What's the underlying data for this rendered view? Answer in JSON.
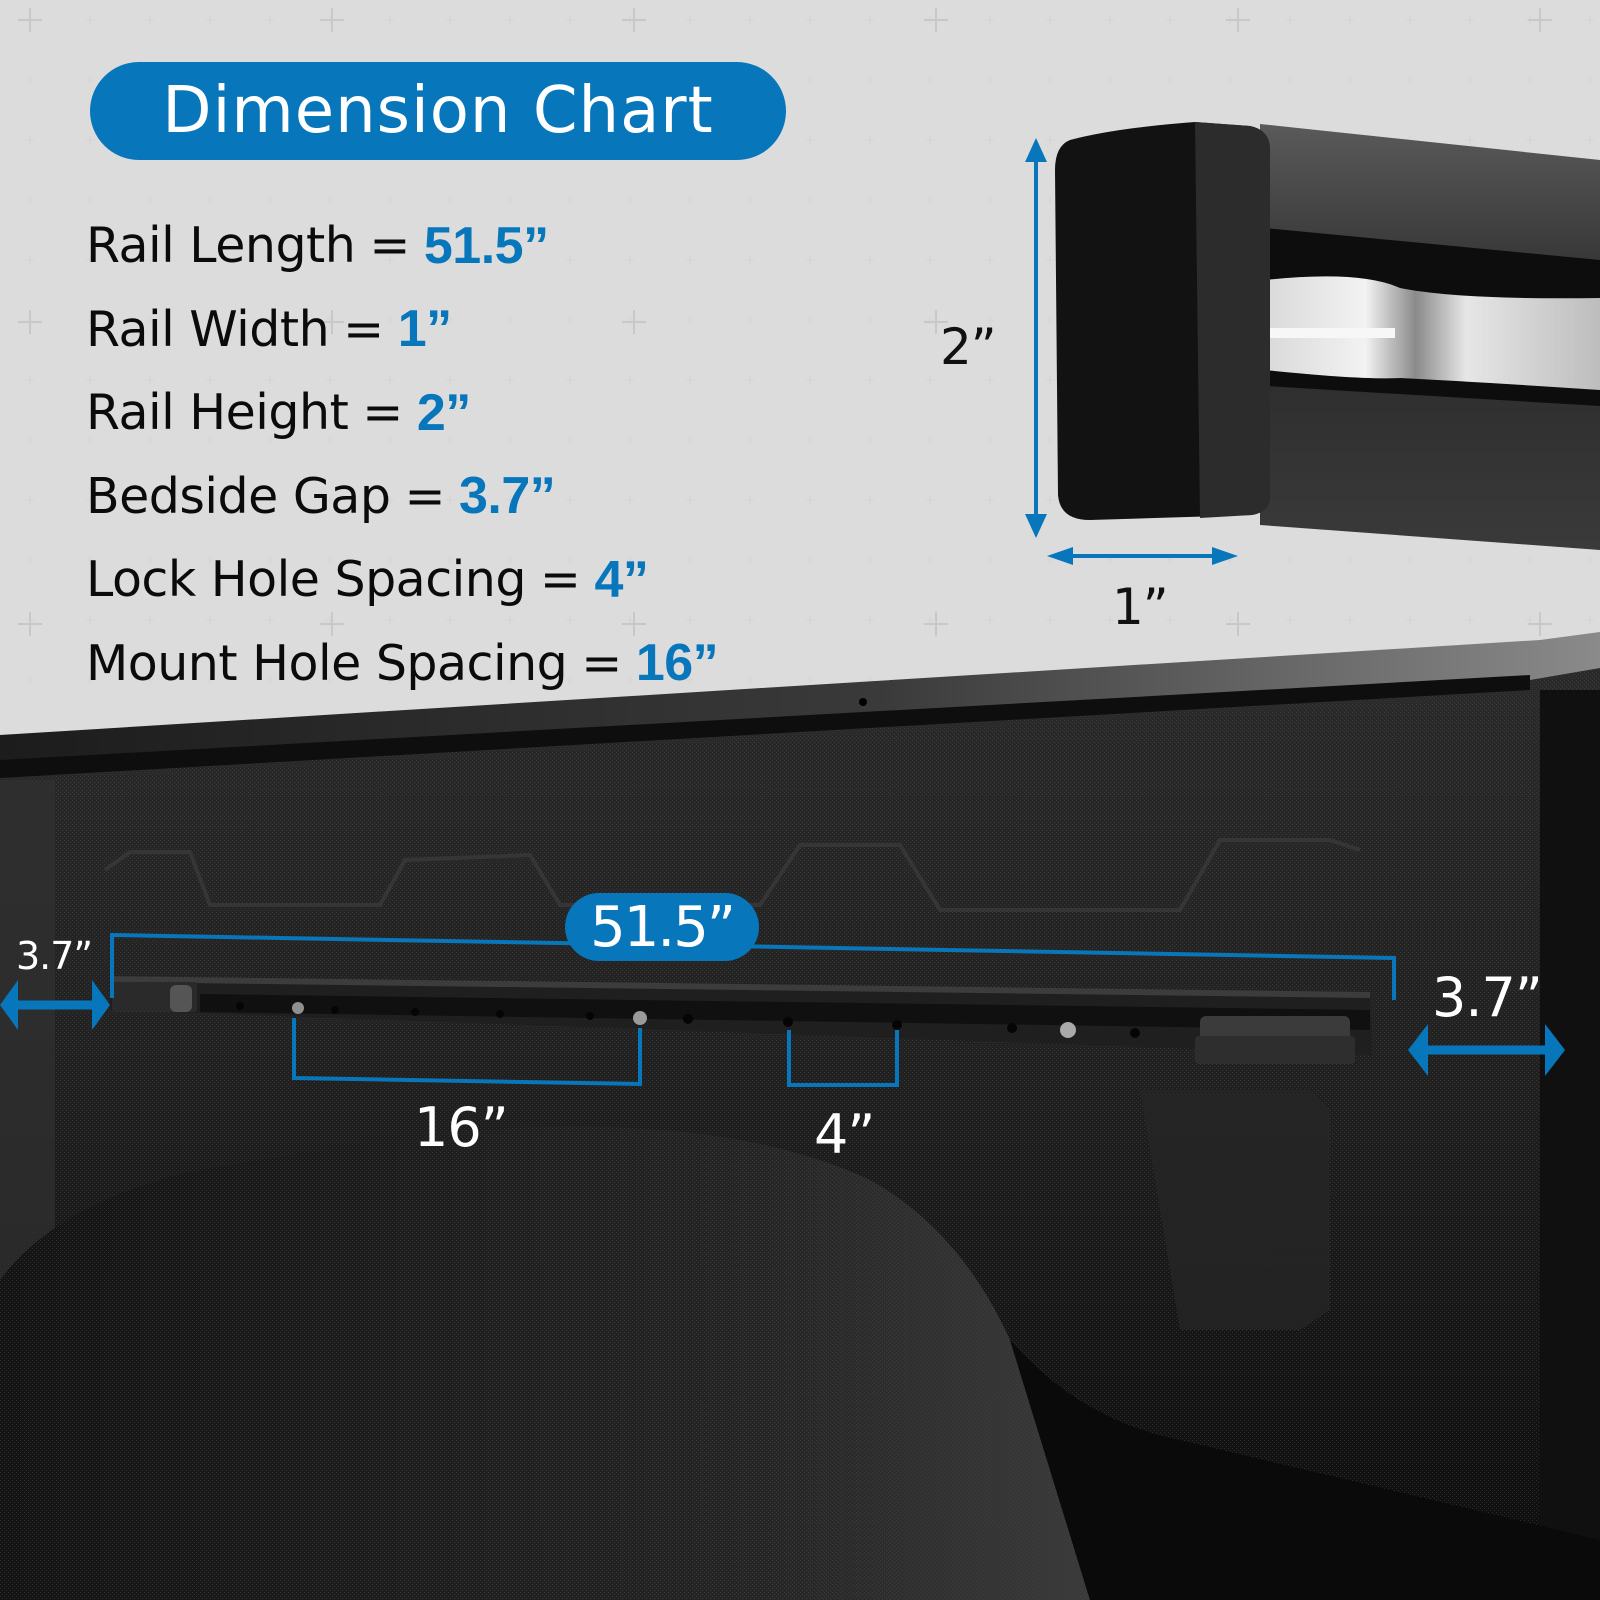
{
  "title": "Dimension Chart",
  "colors": {
    "accent": "#0876bb",
    "background": "#f4f4f4",
    "text": "#0b0b0b",
    "bed": "#1a1a1a"
  },
  "specs": [
    {
      "label": "Rail Length",
      "eq": "=",
      "value": "51.5”"
    },
    {
      "label": "Rail Width",
      "eq": "=",
      "value": "1”"
    },
    {
      "label": "Rail Height",
      "eq": "=",
      "value": "2”"
    },
    {
      "label": "Bedside Gap",
      "eq": "=",
      "value": "3.7”"
    },
    {
      "label": "Lock Hole Spacing",
      "eq": "=",
      "value": "4”"
    },
    {
      "label": "Mount Hole Spacing",
      "eq": "=",
      "value": "16”"
    }
  ],
  "profile": {
    "height_label": "2”",
    "width_label": "1”"
  },
  "bed_annotations": {
    "rail_length": "51.5”",
    "left_gap": "3.7”",
    "right_gap": "3.7”",
    "mount_spacing": "16”",
    "lock_spacing": "4”"
  }
}
